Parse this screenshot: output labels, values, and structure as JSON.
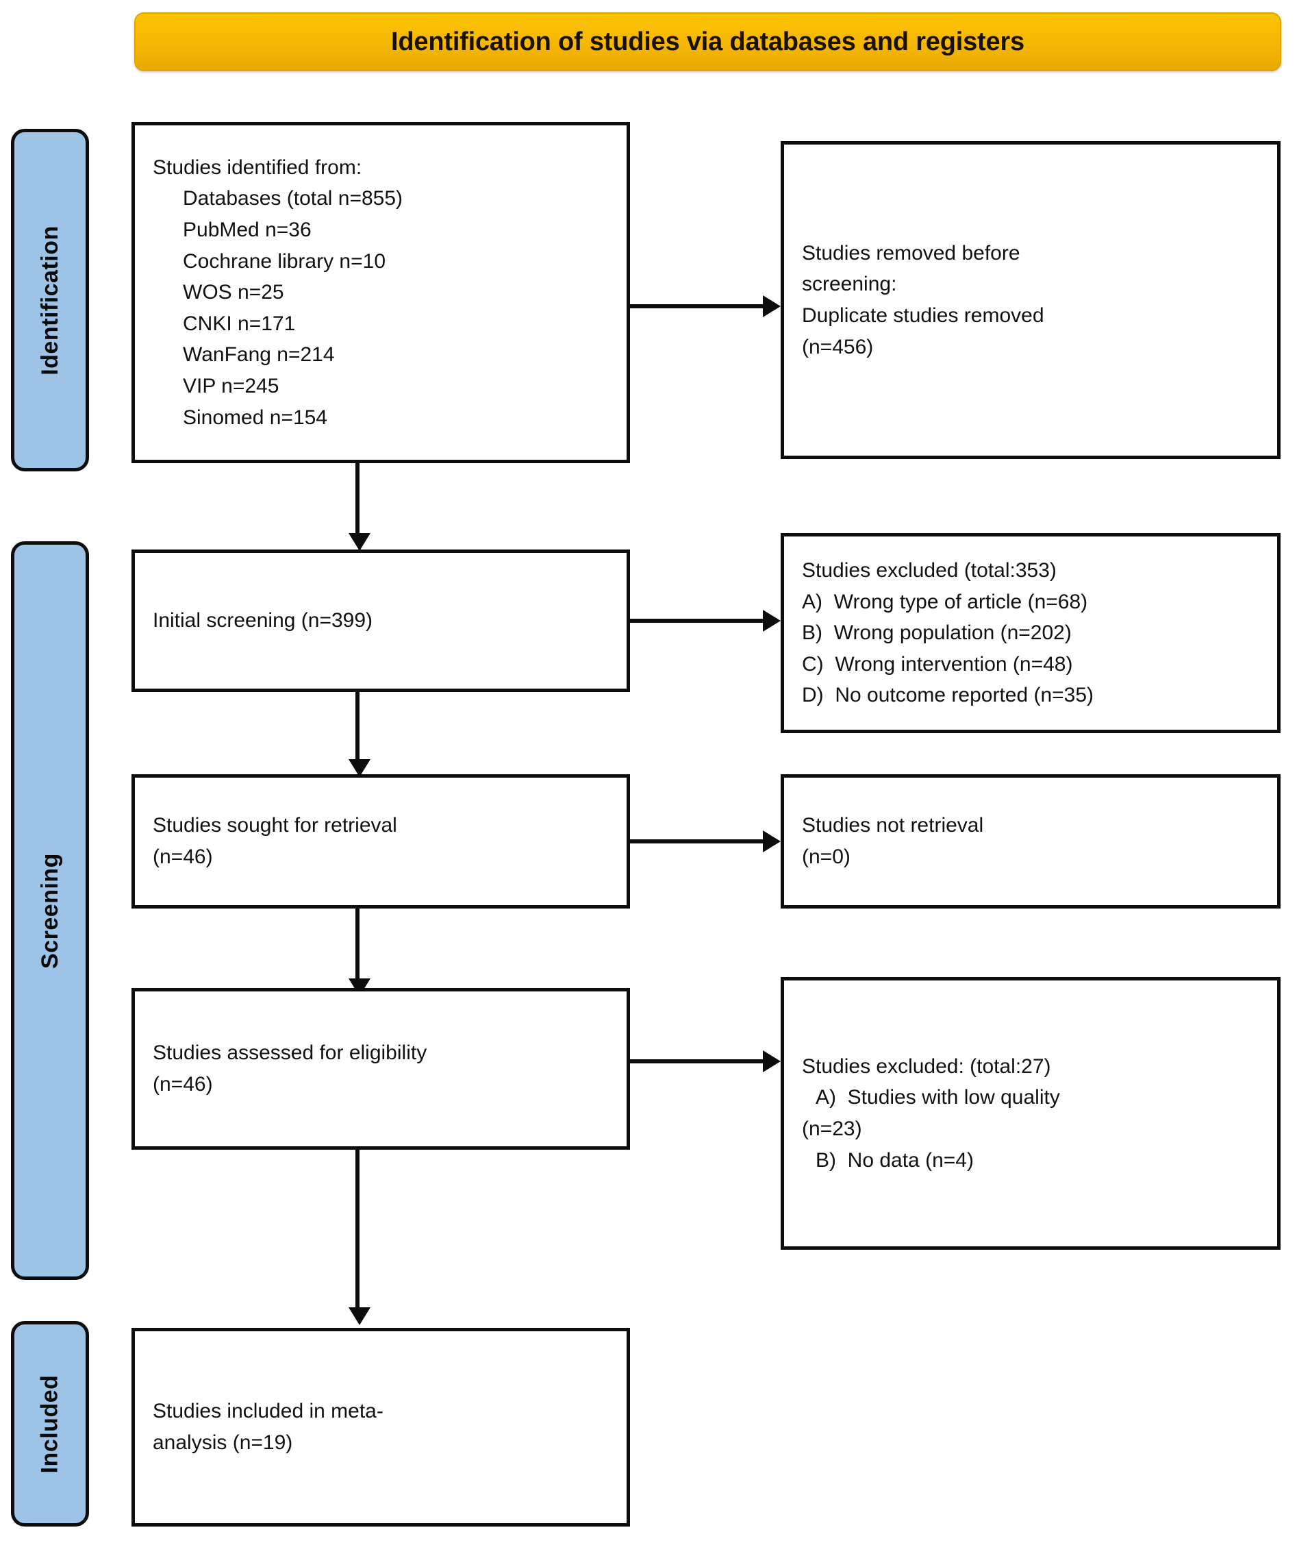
{
  "header": {
    "title": "Identification of studies via databases and registers",
    "bg_color": "#F5B800",
    "text_color": "#1a1200"
  },
  "colors": {
    "stage_fill": "#9DC3E6",
    "border": "#0d0d0d",
    "box_fill": "#FFFFFF"
  },
  "stages": [
    {
      "id": "identification",
      "label": "Identification"
    },
    {
      "id": "screening",
      "label": "Screening"
    },
    {
      "id": "included",
      "label": "Included"
    }
  ],
  "boxes": {
    "identified": {
      "lines": [
        "Studies identified from:",
        "Databases (total n=855)",
        "PubMed n=36",
        "Cochrane library n=10",
        "WOS n=25",
        "CNKI n=171",
        "WanFang n=214",
        "VIP n=245",
        "Sinomed n=154"
      ]
    },
    "removed_before_screening": {
      "lines": [
        "Studies removed before",
        "screening:",
        "Duplicate studies removed",
        "(n=456)"
      ]
    },
    "initial_screening": {
      "lines": [
        "Initial screening (n=399)"
      ]
    },
    "excluded_screening": {
      "lines": [
        "Studies excluded (total:353)",
        "A)  Wrong type of article (n=68)",
        "B)  Wrong population (n=202)",
        "C)  Wrong intervention (n=48)",
        "D)  No outcome reported (n=35)"
      ]
    },
    "sought_retrieval": {
      "lines": [
        "Studies sought for retrieval",
        "(n=46)"
      ]
    },
    "not_retrieved": {
      "lines": [
        "Studies not retrieval",
        "(n=0)"
      ]
    },
    "assessed_eligibility": {
      "lines": [
        "Studies assessed for eligibility",
        "(n=46)"
      ]
    },
    "excluded_eligibility": {
      "lines": [
        "Studies excluded: (total:27)",
        "A)  Studies with low quality",
        "(n=23)",
        "B)  No data (n=4)"
      ]
    },
    "included_meta": {
      "lines": [
        "Studies included in meta-",
        "analysis (n=19)"
      ]
    }
  },
  "chart_data": {
    "type": "diagram",
    "title": "Identification of studies via databases and registers",
    "flow": [
      {
        "stage": "Identification",
        "node": "Studies identified from databases",
        "n": 855,
        "sources": [
          {
            "name": "PubMed",
            "n": 36
          },
          {
            "name": "Cochrane library",
            "n": 10
          },
          {
            "name": "WOS",
            "n": 25
          },
          {
            "name": "CNKI",
            "n": 171
          },
          {
            "name": "WanFang",
            "n": 214
          },
          {
            "name": "VIP",
            "n": 245
          },
          {
            "name": "Sinomed",
            "n": 154
          }
        ],
        "removed": {
          "reason": "Duplicate studies removed",
          "n": 456
        }
      },
      {
        "stage": "Screening",
        "node": "Initial screening",
        "n": 399,
        "excluded_total": 353,
        "excluded_reasons": [
          {
            "label": "A) Wrong type of article",
            "n": 68
          },
          {
            "label": "B) Wrong population",
            "n": 202
          },
          {
            "label": "C) Wrong intervention",
            "n": 48
          },
          {
            "label": "D) No outcome reported",
            "n": 35
          }
        ]
      },
      {
        "stage": "Screening",
        "node": "Studies sought for retrieval",
        "n": 46,
        "not_retrieved": 0
      },
      {
        "stage": "Screening",
        "node": "Studies assessed for eligibility",
        "n": 46,
        "excluded_total": 27,
        "excluded_reasons": [
          {
            "label": "A) Studies with low quality",
            "n": 23
          },
          {
            "label": "B) No data",
            "n": 4
          }
        ]
      },
      {
        "stage": "Included",
        "node": "Studies included in meta-analysis",
        "n": 19
      }
    ]
  }
}
